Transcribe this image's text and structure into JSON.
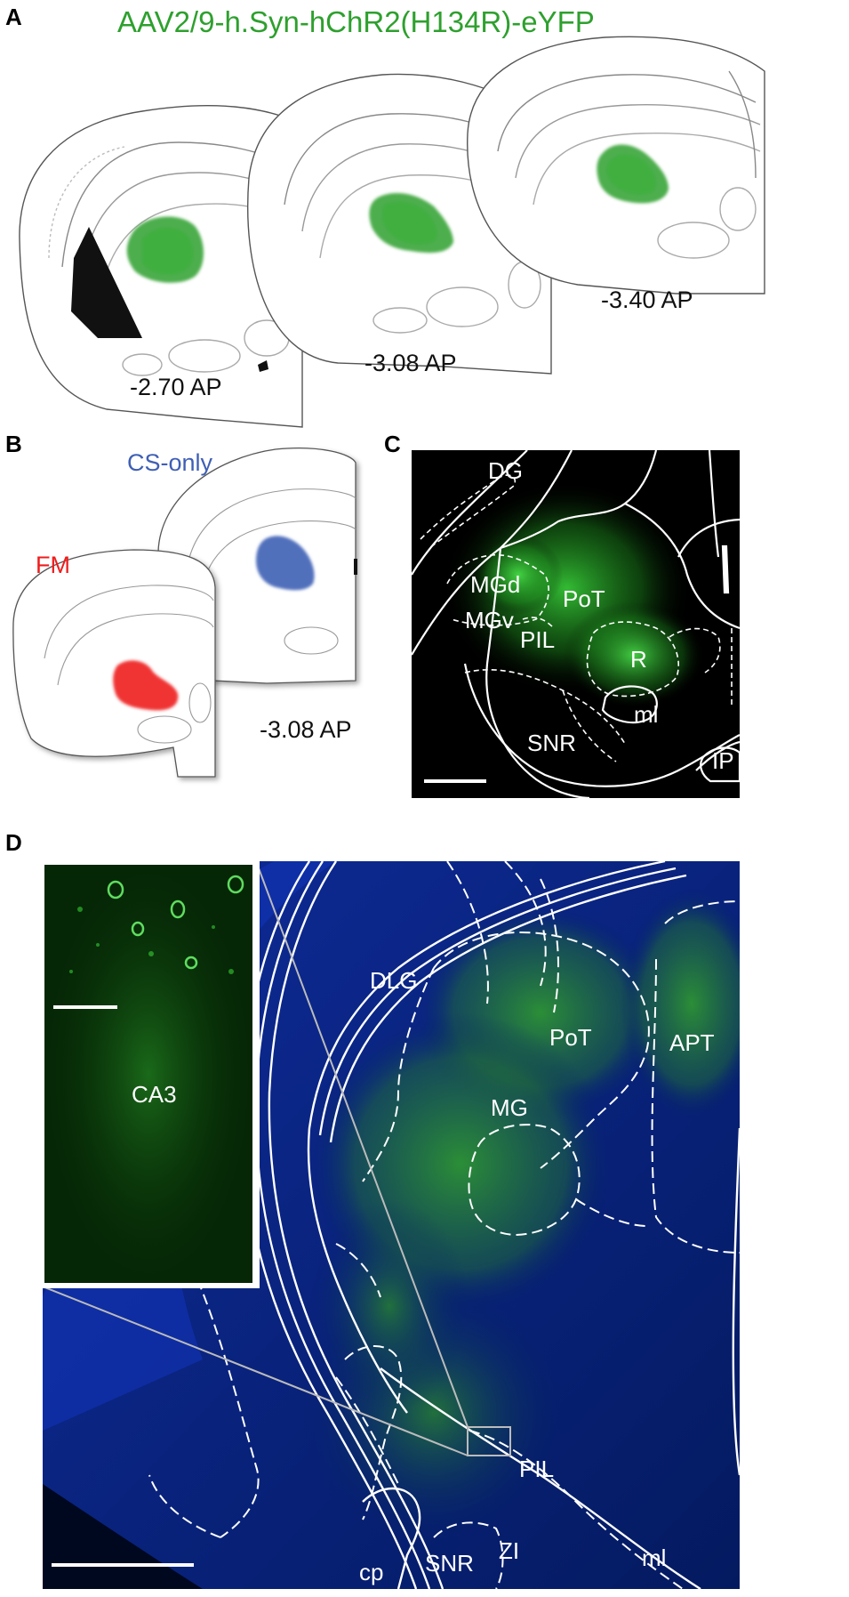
{
  "panels": {
    "a": {
      "letter": "A",
      "construct": "AAV2/9-h.Syn-hChR2(H134R)-eYFP",
      "construct_color": "#2ea02e",
      "sections": [
        "-2.70 AP",
        "-3.08 AP",
        "-3.40 AP"
      ]
    },
    "b": {
      "letter": "B",
      "group_cs_only": "CS-only",
      "group_cs_only_color": "#3f5fb5",
      "group_fm": "FM",
      "group_fm_color": "#ee1c1c",
      "section": "-3.08 AP"
    },
    "c": {
      "letter": "C",
      "regions": {
        "dg": "DG",
        "mgd": "MGd",
        "mgv": "MGv",
        "pot": "PoT",
        "pil": "PIL",
        "r": "R",
        "snr": "SNR",
        "ml": "ml",
        "ip": "IP"
      }
    },
    "d": {
      "letter": "D",
      "regions": {
        "dlg": "DLG",
        "pot": "PoT",
        "apt": "APT",
        "ca3": "CA3",
        "mg": "MG",
        "pil": "PIL",
        "zi": "ZI",
        "cp": "cp",
        "snr": "SNR",
        "ml": "ml"
      }
    },
    "colors": {
      "eyfp_green": "#2ea02e",
      "dapi_blue": "#1a3dcc",
      "fluor_green": "#3cdc3c"
    }
  }
}
